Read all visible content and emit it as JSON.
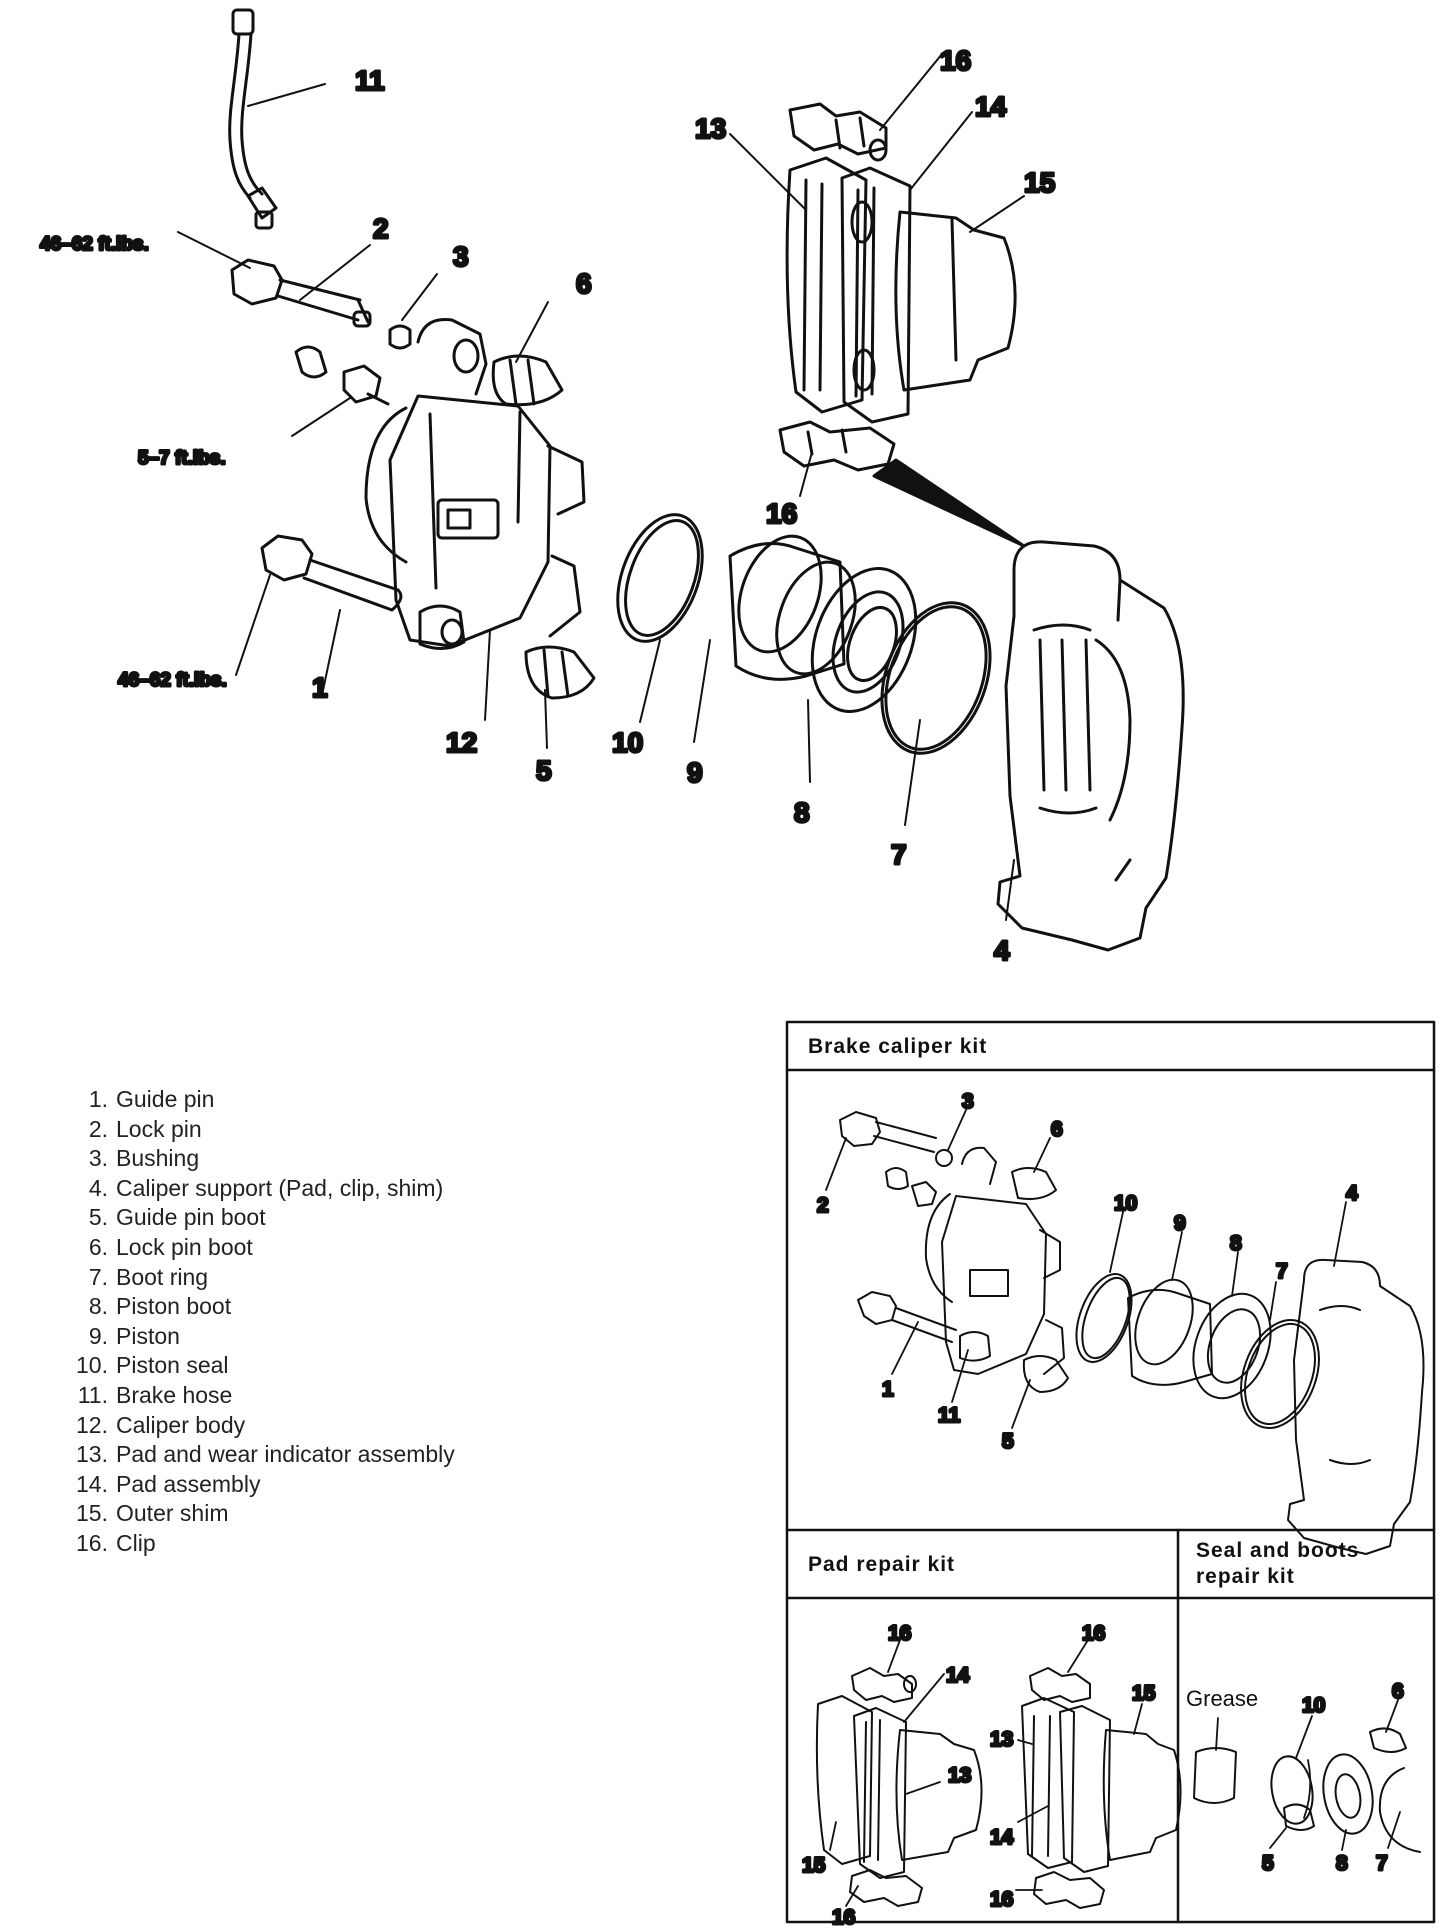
{
  "callouts": {
    "n1": "1",
    "n2": "2",
    "n3": "3",
    "n4": "4",
    "n5": "5",
    "n6": "6",
    "n7": "7",
    "n8": "8",
    "n9": "9",
    "n10": "10",
    "n11": "11",
    "n12": "12",
    "n13": "13",
    "n14": "14",
    "n15": "15",
    "n16": "16"
  },
  "torque_specs": {
    "hose_bolt": "46–62 ft.lbs.",
    "bleeder": "5–7 ft.lbs.",
    "guide_pin": "46–62 ft.lbs."
  },
  "legend": [
    {
      "num": "1.",
      "label": "Guide pin"
    },
    {
      "num": "2.",
      "label": "Lock pin"
    },
    {
      "num": "3.",
      "label": "Bushing"
    },
    {
      "num": "4.",
      "label": "Caliper support (Pad, clip, shim)"
    },
    {
      "num": "5.",
      "label": "Guide pin boot"
    },
    {
      "num": "6.",
      "label": "Lock pin boot"
    },
    {
      "num": "7.",
      "label": "Boot ring"
    },
    {
      "num": "8.",
      "label": "Piston boot"
    },
    {
      "num": "9.",
      "label": "Piston"
    },
    {
      "num": "10.",
      "label": "Piston seal"
    },
    {
      "num": "11.",
      "label": "Brake hose"
    },
    {
      "num": "12.",
      "label": "Caliper body"
    },
    {
      "num": "13.",
      "label": "Pad and wear indicator assembly"
    },
    {
      "num": "14.",
      "label": "Pad assembly"
    },
    {
      "num": "15.",
      "label": "Outer shim"
    },
    {
      "num": "16.",
      "label": "Clip"
    }
  ],
  "kits": {
    "brake_caliper": "Brake caliper kit",
    "pad_repair": "Pad repair kit",
    "seal_boots_line1": "Seal and boots",
    "seal_boots_line2": "repair kit",
    "grease": "Grease"
  }
}
